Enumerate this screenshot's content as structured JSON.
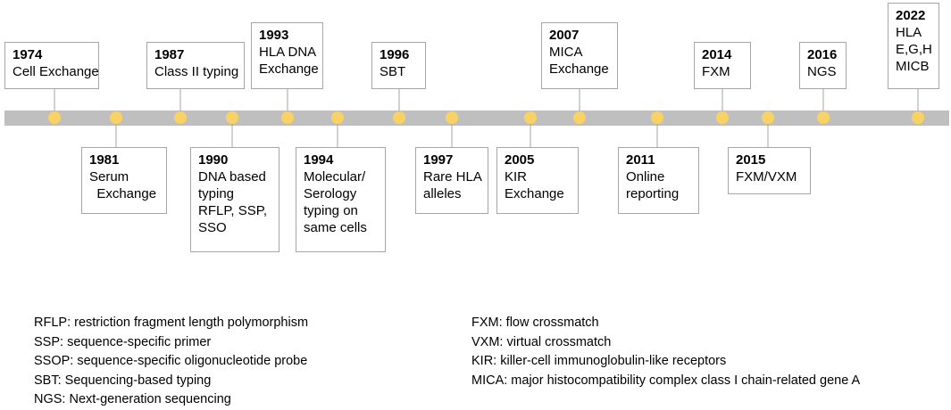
{
  "colors": {
    "bar": "#bfbfbf",
    "dot": "#fad264",
    "connector": "#a6a6a6",
    "box_border": "#a6a6a6"
  },
  "events": [
    {
      "year": "1974",
      "lines": [
        "Cell Exchange"
      ]
    },
    {
      "year": "1981",
      "lines": [
        "Serum",
        "  Exchange"
      ]
    },
    {
      "year": "1987",
      "lines": [
        "Class II typing"
      ]
    },
    {
      "year": "1990",
      "lines": [
        "DNA based",
        "typing",
        "RFLP, SSP,",
        "SSO"
      ]
    },
    {
      "year": "1993",
      "lines": [
        "HLA DNA",
        "Exchange"
      ]
    },
    {
      "year": "1994",
      "lines": [
        "Molecular/",
        "Serology",
        "typing on",
        "same cells"
      ]
    },
    {
      "year": "1996",
      "lines": [
        "SBT"
      ]
    },
    {
      "year": "1997",
      "lines": [
        "Rare HLA",
        "alleles"
      ]
    },
    {
      "year": "2005",
      "lines": [
        "KIR",
        "Exchange"
      ]
    },
    {
      "year": "2007",
      "lines": [
        "MICA",
        "Exchange"
      ]
    },
    {
      "year": "2011",
      "lines": [
        "Online",
        "reporting"
      ]
    },
    {
      "year": "2014",
      "lines": [
        "FXM"
      ]
    },
    {
      "year": "2015",
      "lines": [
        "FXM/VXM"
      ]
    },
    {
      "year": "2016",
      "lines": [
        "NGS"
      ]
    },
    {
      "year": "2022",
      "lines": [
        "HLA",
        "E,G,H",
        "MICB"
      ]
    }
  ],
  "glossary_left": [
    "RFLP: restriction fragment length polymorphism",
    "SSP: sequence-specific  primer",
    "SSOP: sequence-specific  oligonucleotide probe",
    "SBT: Sequencing-based  typing",
    "NGS: Next-generation sequencing"
  ],
  "glossary_right": [
    "FXM: flow crossmatch",
    "VXM: virtual crossmatch",
    "KIR: killer-cell immunoglobulin-like receptors",
    "MICA: major histocompatibility complex class I chain-related gene A"
  ]
}
